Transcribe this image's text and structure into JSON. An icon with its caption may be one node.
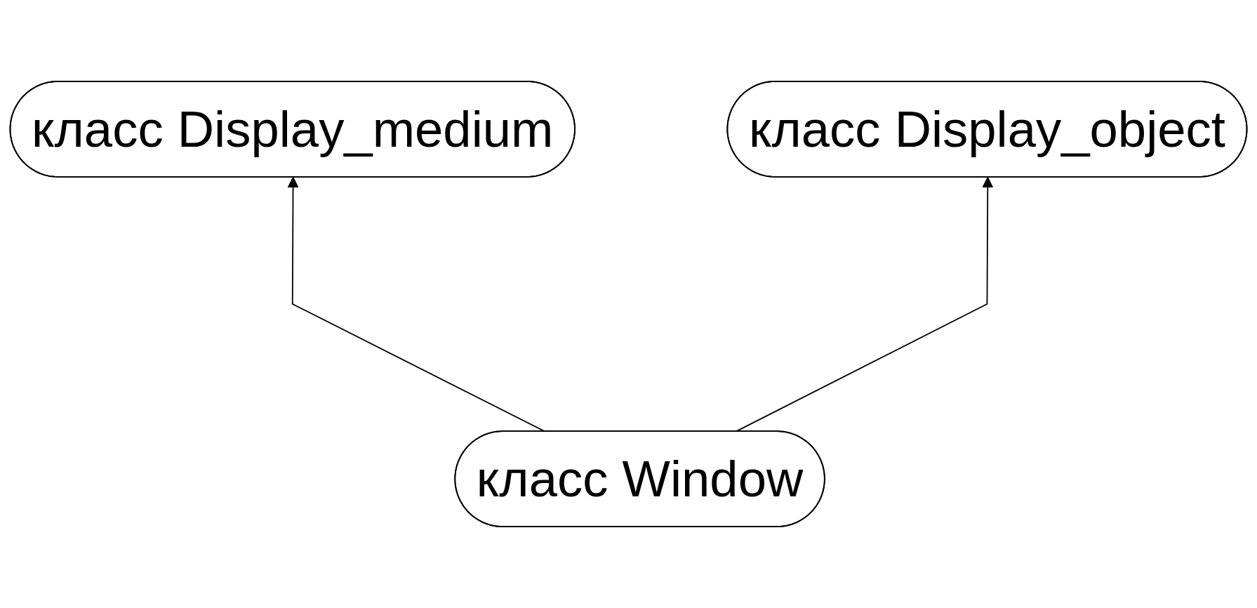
{
  "diagram": {
    "nodes": [
      {
        "text": [
          "класс Display_object"
        ]
      },
      {
        "text": [
          "класс Display_medium"
        ]
      },
      {
        "text": [
          "класс Window"
        ]
      }
    ],
    "edges": [
      {
        "from": 2,
        "to": 1,
        "arrow": "to"
      },
      {
        "from": 2,
        "to": 0,
        "arrow": "to"
      }
    ]
  }
}
